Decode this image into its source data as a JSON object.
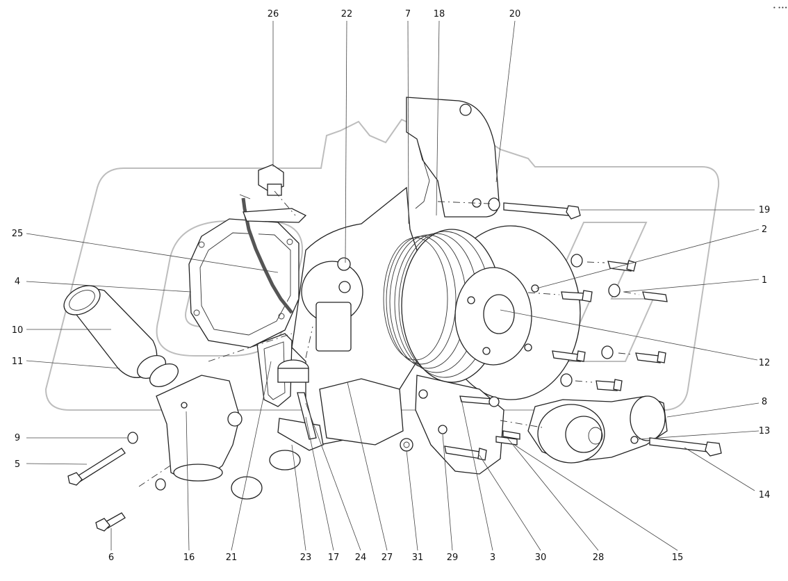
{
  "corner_mark": "• •••",
  "callouts": [
    {
      "id": "26",
      "label": "26"
    },
    {
      "id": "22",
      "label": "22"
    },
    {
      "id": "7",
      "label": "7"
    },
    {
      "id": "18",
      "label": "18"
    },
    {
      "id": "20",
      "label": "20"
    },
    {
      "id": "19",
      "label": "19"
    },
    {
      "id": "2",
      "label": "2"
    },
    {
      "id": "1",
      "label": "1"
    },
    {
      "id": "12",
      "label": "12"
    },
    {
      "id": "8",
      "label": "8"
    },
    {
      "id": "13",
      "label": "13"
    },
    {
      "id": "14",
      "label": "14"
    },
    {
      "id": "25",
      "label": "25"
    },
    {
      "id": "4",
      "label": "4"
    },
    {
      "id": "10",
      "label": "10"
    },
    {
      "id": "11",
      "label": "11"
    },
    {
      "id": "9",
      "label": "9"
    },
    {
      "id": "5",
      "label": "5"
    },
    {
      "id": "6",
      "label": "6"
    },
    {
      "id": "16",
      "label": "16"
    },
    {
      "id": "21",
      "label": "21"
    },
    {
      "id": "23",
      "label": "23"
    },
    {
      "id": "17",
      "label": "17"
    },
    {
      "id": "24",
      "label": "24"
    },
    {
      "id": "27",
      "label": "27"
    },
    {
      "id": "31",
      "label": "31"
    },
    {
      "id": "29",
      "label": "29"
    },
    {
      "id": "3",
      "label": "3"
    },
    {
      "id": "30",
      "label": "30"
    },
    {
      "id": "28",
      "label": "28"
    },
    {
      "id": "15",
      "label": "15"
    }
  ]
}
